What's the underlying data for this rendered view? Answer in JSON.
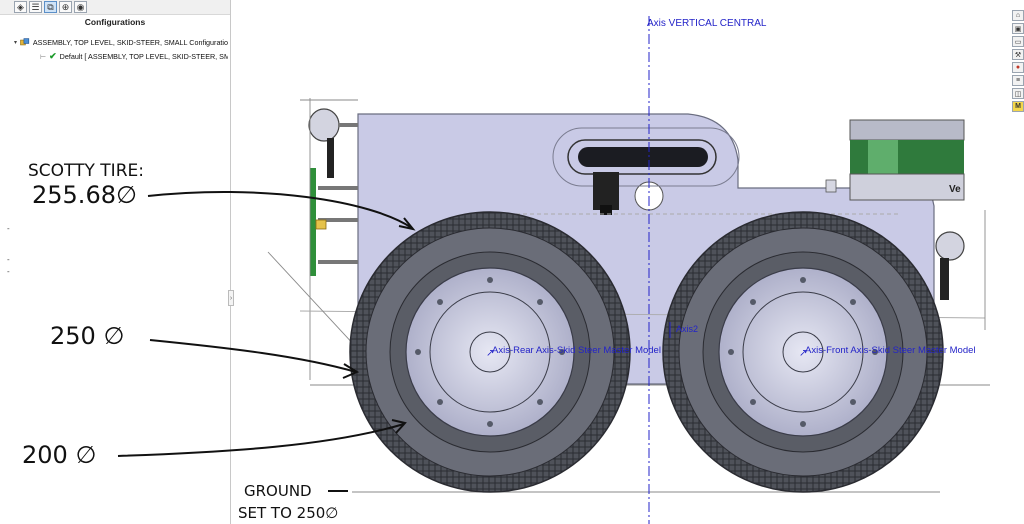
{
  "toolbar": {
    "icons": [
      "feature-manager-icon",
      "property-manager-icon",
      "configuration-manager-icon",
      "dimxpert-icon",
      "display-manager-icon"
    ]
  },
  "config_panel": {
    "title": "Configurations",
    "root_item": "ASSEMBLY, TOP LEVEL, SKID-STEER, SMALL Configuration",
    "child_item": "Default [ ASSEMBLY, TOP LEVEL, SKID-STEER, SMALL"
  },
  "viewport": {
    "axis_vertical": "Axis VERTICAL CENTRAL",
    "axis_rear": "Axis-Rear Axis-Skid Steer Master Model",
    "axis_front": "Axis-Front Axis-Skid Steer Master Model",
    "axis2": "Axis2",
    "label_fragment": "Ve",
    "colors": {
      "axis": "#2323c8",
      "body": "#c9cae6",
      "tire": "#5a5d66",
      "hub": "#c3c4dc",
      "lidar": "#2f7a3c"
    }
  },
  "annotations": {
    "tire_title": "SCOTTY TIRE:",
    "tire_dim": "255.68∅",
    "dim_250": "250 ∅",
    "dim_200": "200 ∅",
    "ground_1": "GROUND",
    "ground_2": "SET TO 250∅"
  },
  "right_tabs": [
    "home-icon",
    "cube-icon",
    "folder-icon",
    "tools-icon",
    "appearance-icon",
    "list-icon",
    "view-icon",
    "m-icon"
  ]
}
